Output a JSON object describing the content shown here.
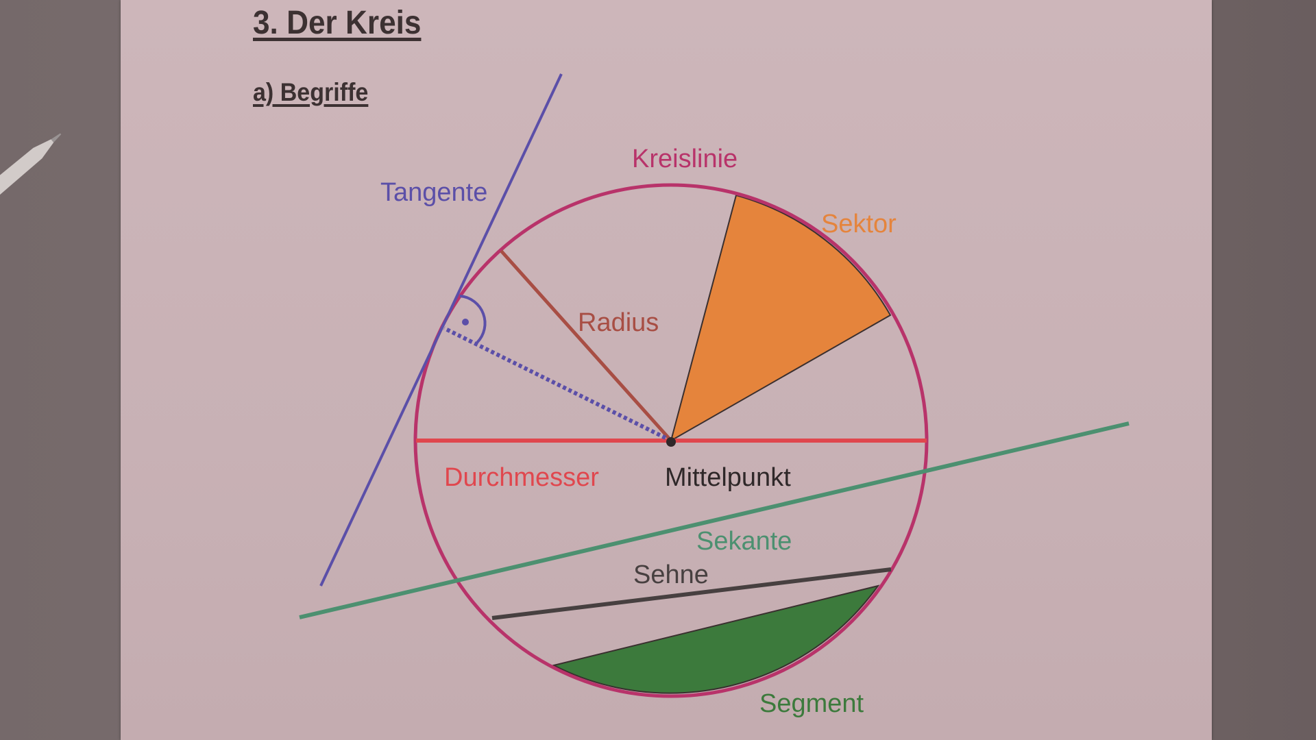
{
  "document": {
    "title": "3. Der Kreis",
    "subtitle": "a)  Begriffe"
  },
  "diagram": {
    "labels": {
      "tangente": "Tangente",
      "kreislinie": "Kreislinie",
      "sektor": "Sektor",
      "radius": "Radius",
      "durchmesser": "Durchmesser",
      "mittelpunkt": "Mittelpunkt",
      "sekante": "Sekante",
      "sehne": "Sehne",
      "segment": "Segment"
    },
    "colors": {
      "tangente": "#5b4fa8",
      "kreislinie": "#b8336a",
      "sektor": "#e5843c",
      "radius": "#a84e44",
      "durchmesser": "#e0474e",
      "mittelpunkt": "#2f2829",
      "sekante": "#4c9070",
      "sehne": "#474040",
      "segment": "#3c7a3c"
    }
  }
}
